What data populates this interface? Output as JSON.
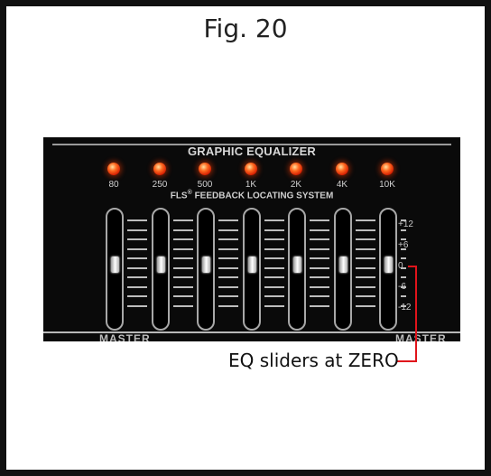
{
  "figure": {
    "title": "Fig. 20"
  },
  "equalizer": {
    "title": "GRAPHIC EQUALIZER",
    "fls_brand": "FLS",
    "fls_mark": "®",
    "fls_label": "FEEDBACK LOCATING SYSTEM",
    "bands": [
      {
        "frequency": "80",
        "indicator": "led-on",
        "level_db": 0
      },
      {
        "frequency": "250",
        "indicator": "led-on",
        "level_db": 0
      },
      {
        "frequency": "500",
        "indicator": "led-on",
        "level_db": 0
      },
      {
        "frequency": "1K",
        "indicator": "led-on",
        "level_db": 0
      },
      {
        "frequency": "2K",
        "indicator": "led-on",
        "level_db": 0
      },
      {
        "frequency": "4K",
        "indicator": "led-on",
        "level_db": 0
      },
      {
        "frequency": "10K",
        "indicator": "led-on",
        "level_db": 0
      }
    ],
    "scale": [
      "+12",
      "+6",
      "0",
      "-6",
      "-12"
    ],
    "footer_left": "MASTER",
    "footer_right": "MASTER",
    "led_color": "#ff3a10"
  },
  "callout": {
    "text": "EQ sliders at ZERO",
    "color": "#e0141b"
  }
}
